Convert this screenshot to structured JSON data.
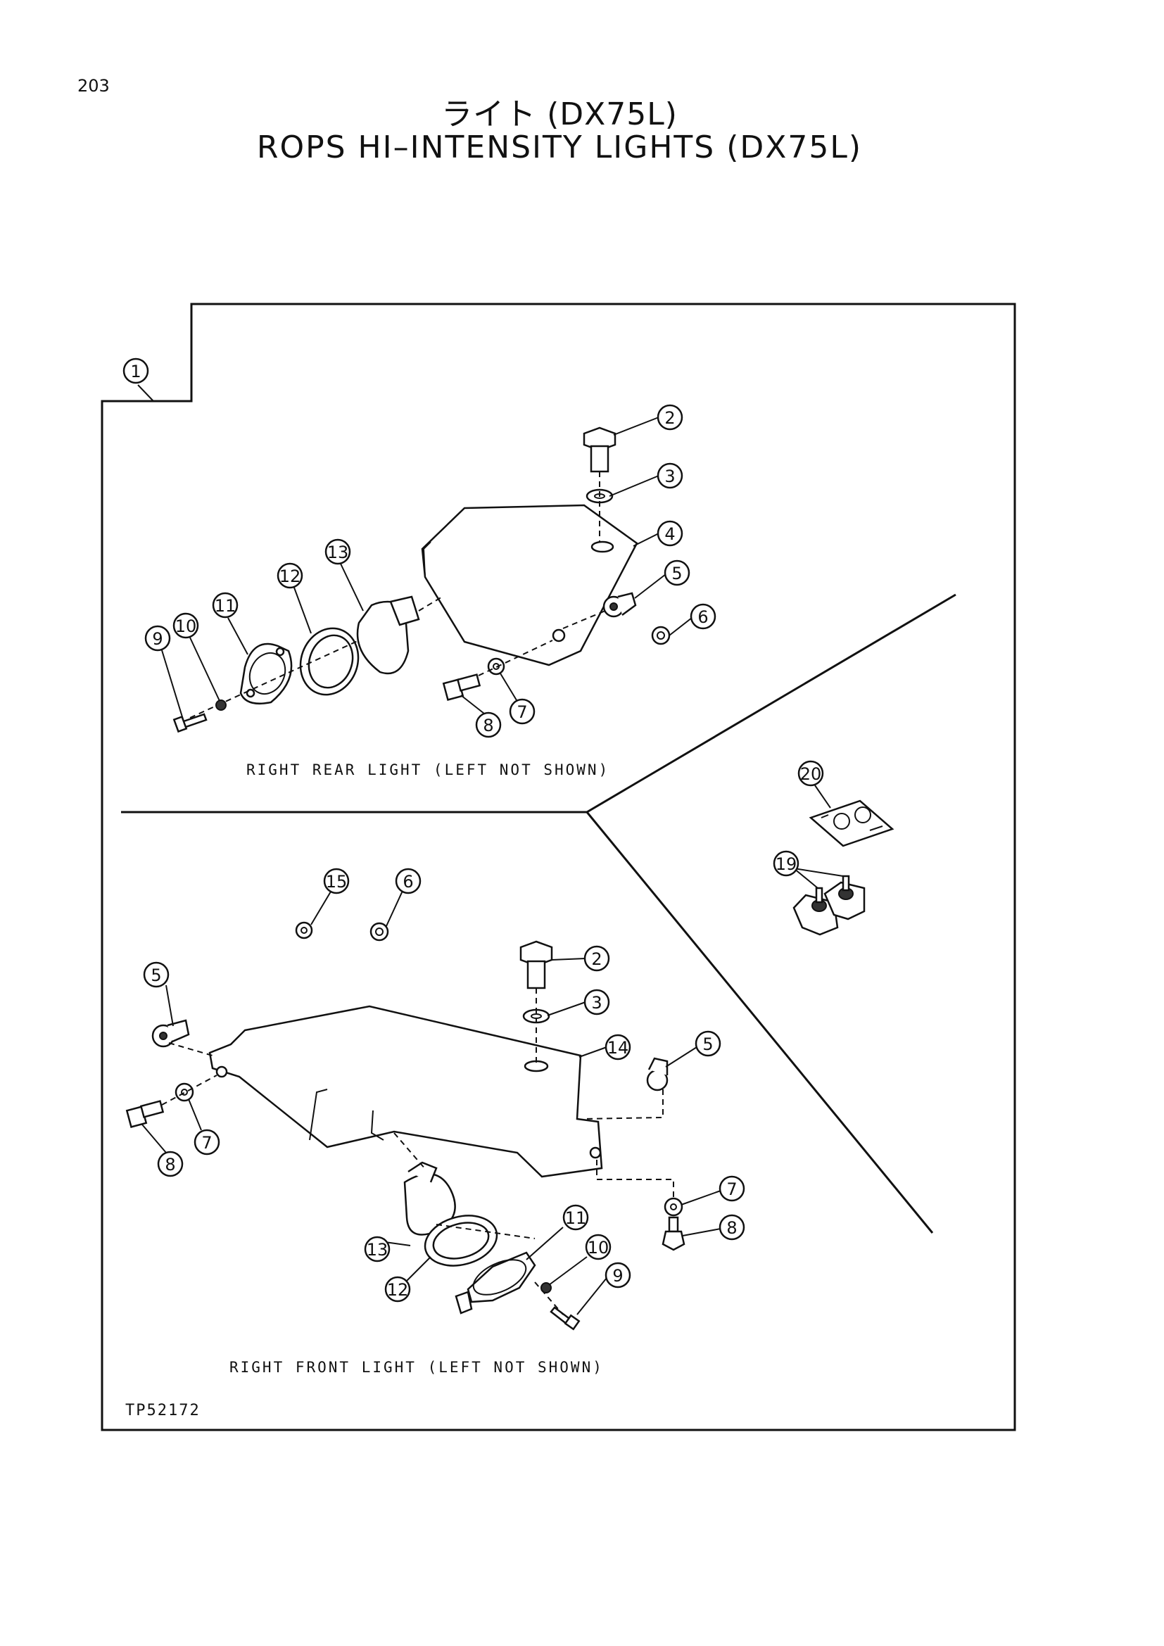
{
  "page_number": "203",
  "title_jp": "ライト (DX75L)",
  "title_en": "ROPS HI–INTENSITY LIGHTS (DX75L)",
  "drawing_number": "TP52172",
  "captions": {
    "rear": "RIGHT REAR LIGHT (LEFT NOT SHOWN)",
    "front": "RIGHT FRONT LIGHT (LEFT NOT SHOWN)"
  },
  "callouts": {
    "c1": "1",
    "r2": "2",
    "r3": "3",
    "r4": "4",
    "r5": "5",
    "r6": "6",
    "r7": "7",
    "r8": "8",
    "r9": "9",
    "r10": "10",
    "r11": "11",
    "r12": "12",
    "r13": "13",
    "s20": "20",
    "s19": "19",
    "f15": "15",
    "f6": "6",
    "f5a": "5",
    "f2": "2",
    "f3": "3",
    "f14": "14",
    "f5b": "5",
    "f7a": "7",
    "f8a": "8",
    "f7b": "7",
    "f8b": "8",
    "f11": "11",
    "f10": "10",
    "f13": "13",
    "f12": "12",
    "f9": "9"
  }
}
